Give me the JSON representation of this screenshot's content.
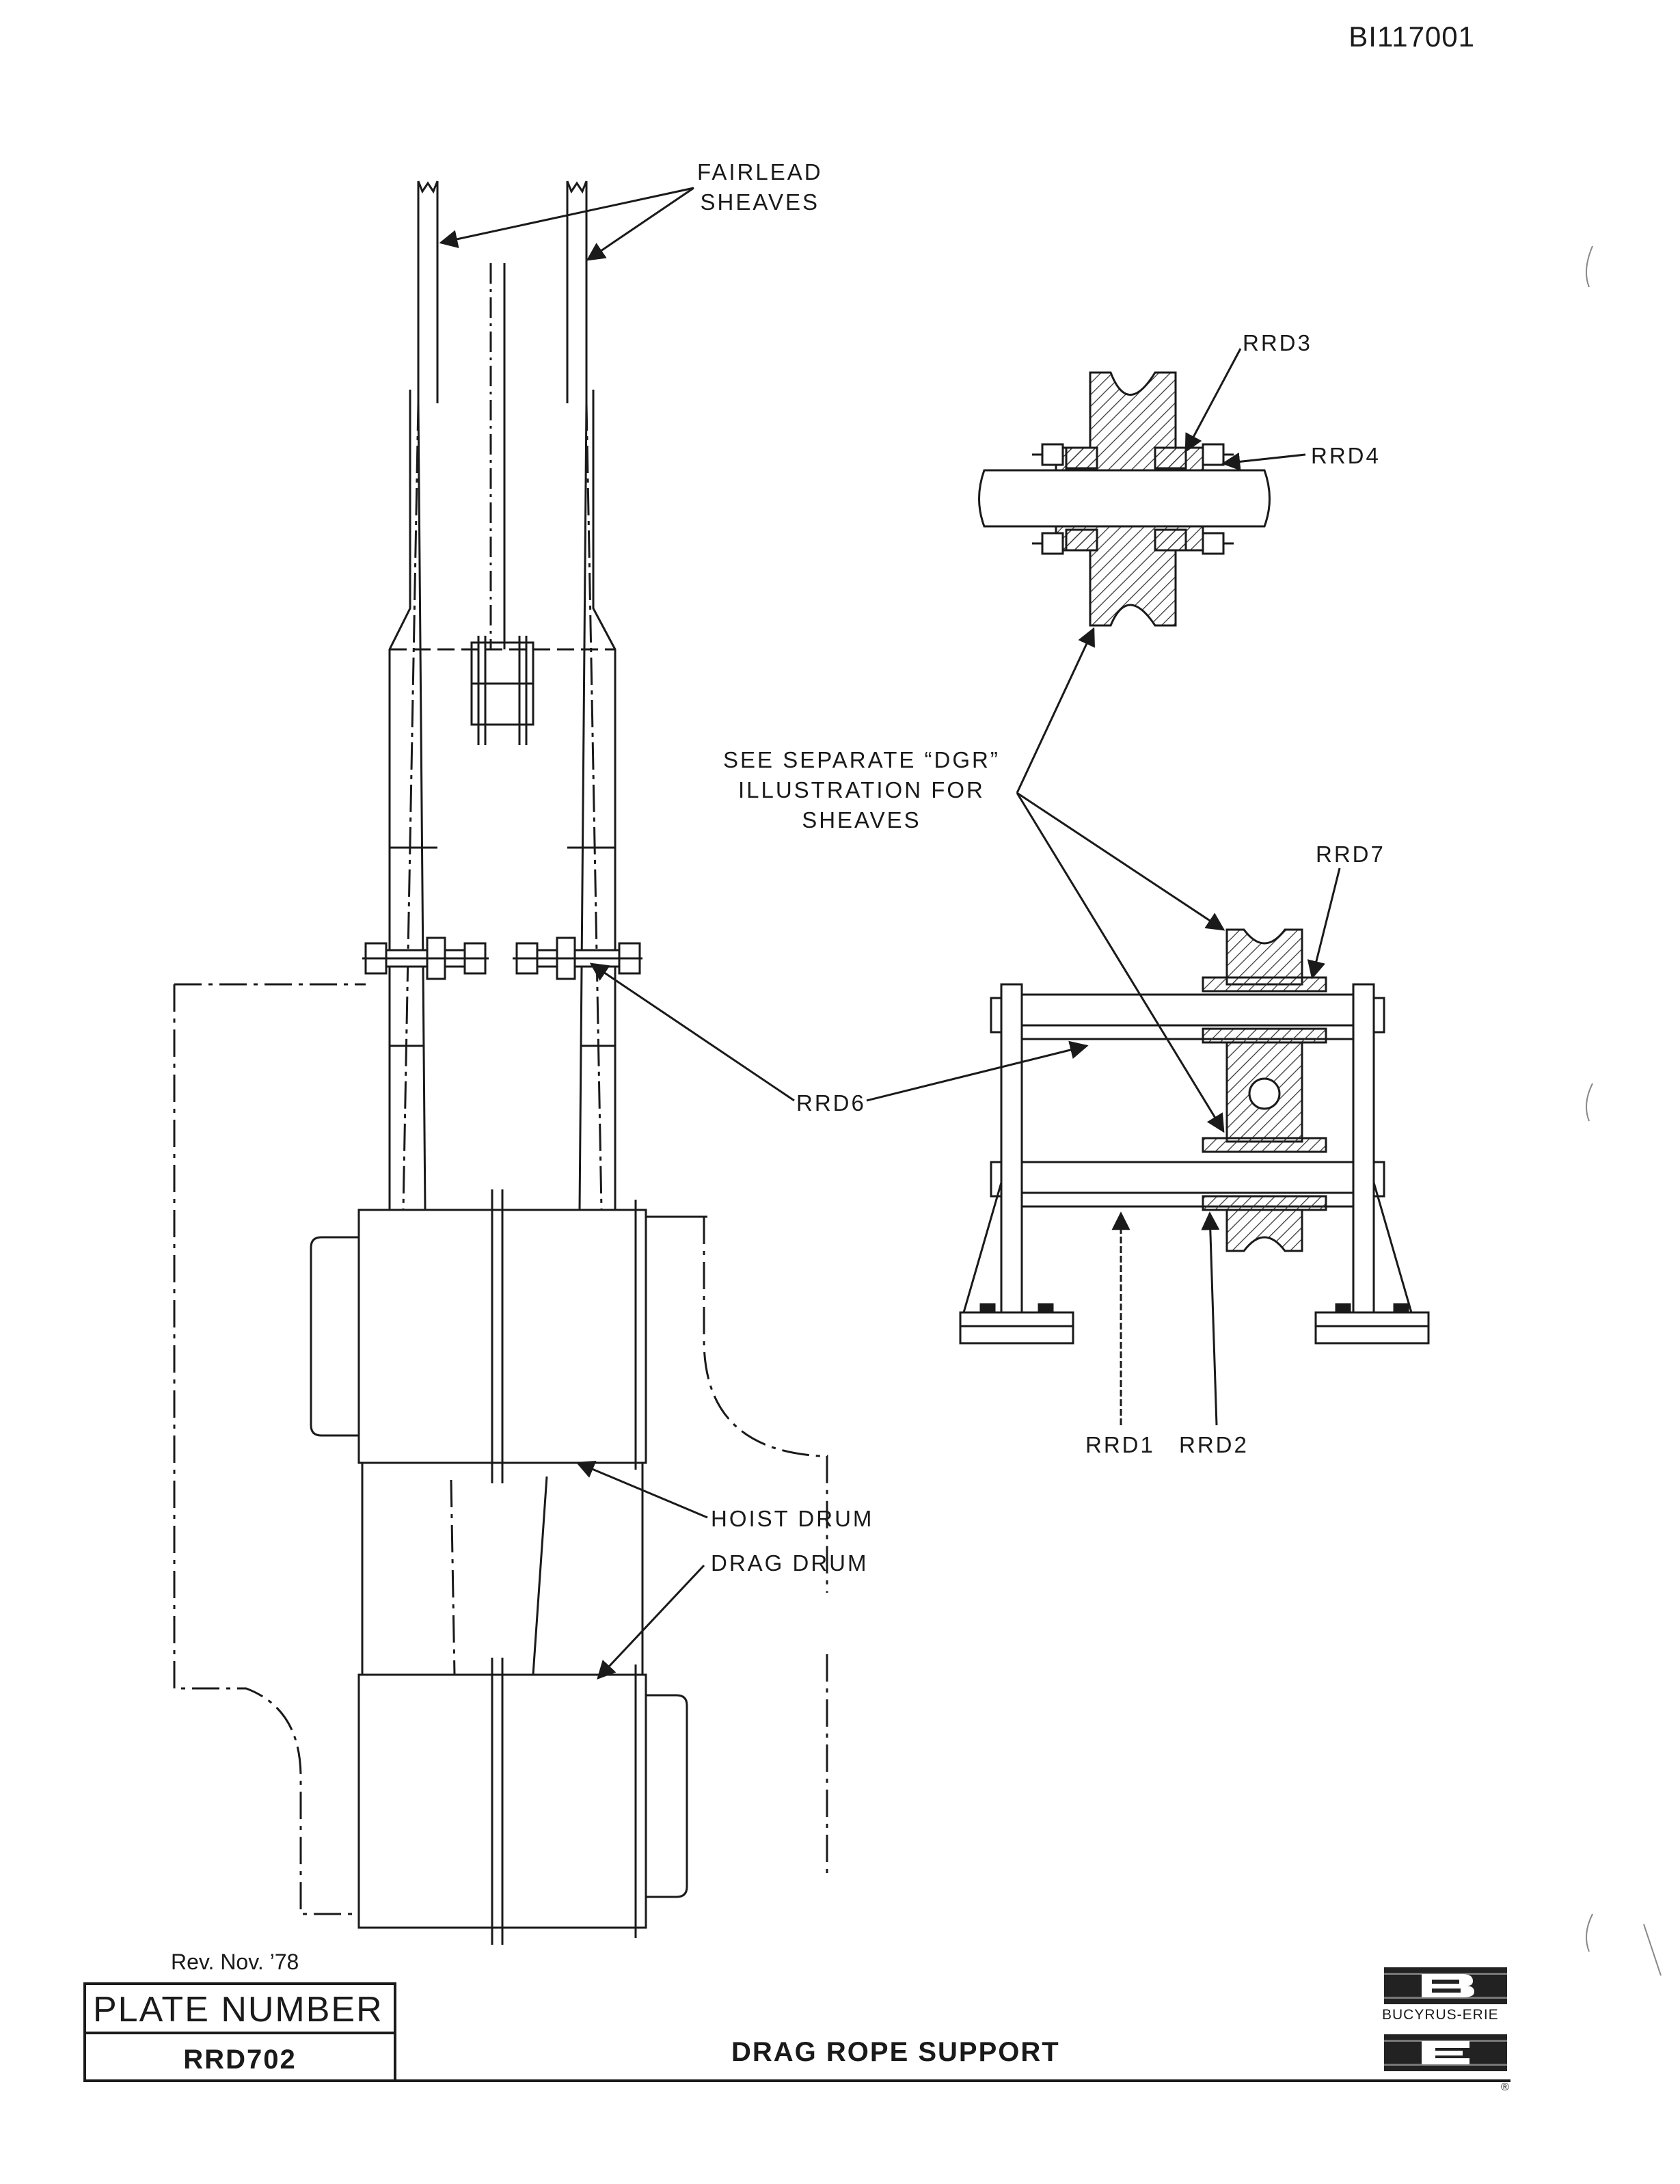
{
  "doc_id": "BI117001",
  "labels": {
    "fairlead_line1": "FAIRLEAD",
    "fairlead_line2": "SHEAVES",
    "rrd3": "RRD3",
    "rrd4": "RRD4",
    "see_separate_line1": "SEE SEPARATE “DGR”",
    "see_separate_line2": "ILLUSTRATION FOR",
    "see_separate_line3": "SHEAVES",
    "rrd7": "RRD7",
    "rrd6": "RRD6",
    "rrd1": "RRD1",
    "rrd2": "RRD2",
    "hoist_drum": "HOIST DRUM",
    "drag_drum": "DRAG DRUM"
  },
  "footer": {
    "revision": "Rev. Nov. ’78",
    "plate_label": "PLATE NUMBER",
    "plate_number": "RRD702",
    "title": "DRAG ROPE SUPPORT",
    "brand": "BUCYRUS-ERIE",
    "registered": "®"
  }
}
